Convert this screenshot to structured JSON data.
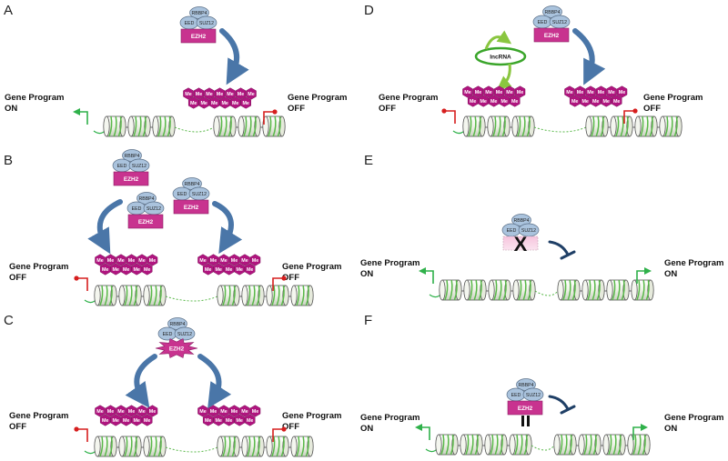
{
  "panels": [
    {
      "id": "A",
      "label": "A",
      "left_label": [
        "Gene Program",
        "ON"
      ],
      "right_label": [
        "Gene Program",
        "OFF"
      ]
    },
    {
      "id": "B",
      "label": "B",
      "left_label": [
        "Gene Program",
        "OFF"
      ],
      "right_label": [
        "Gene Program",
        "OFF"
      ]
    },
    {
      "id": "C",
      "label": "C",
      "left_label": [
        "Gene Program",
        "OFF"
      ],
      "right_label": [
        "Gene Program",
        "OFF"
      ]
    },
    {
      "id": "D",
      "label": "D",
      "left_label": [
        "Gene Program",
        "OFF"
      ],
      "right_label": [
        "Gene Program",
        "OFF"
      ],
      "lncrna_label": "lncRNA"
    },
    {
      "id": "E",
      "label": "E",
      "left_label": [
        "Gene Program",
        "ON"
      ],
      "right_label": [
        "Gene Program",
        "ON"
      ],
      "inhibit_mark": "X"
    },
    {
      "id": "F",
      "label": "F",
      "left_label": [
        "Gene Program",
        "ON"
      ],
      "right_label": [
        "Gene Program",
        "ON"
      ]
    }
  ],
  "complex": {
    "rbbp4": "RBBP4",
    "eed": "EED",
    "suz12": "SUZ12",
    "ezh2": "EZH2"
  },
  "methyl_mark": "Me",
  "colors": {
    "ezh2": "#c8338f",
    "methyl": "#b0157f",
    "subunit": "#aac3dd",
    "arrow": "#4a76a8",
    "on_gene": "#2fb14a",
    "off_gene": "#d61e1e",
    "nucleosome_stripe": "#58b848",
    "lncrna": "#3aa52a",
    "inhibitor": "#1f3f66"
  }
}
